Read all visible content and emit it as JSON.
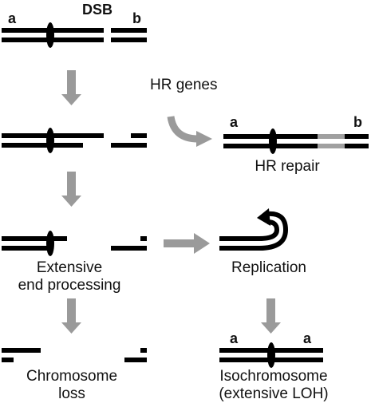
{
  "labels": {
    "dsb": "DSB",
    "a": "a",
    "b": "b",
    "hr_genes": "HR genes",
    "hr_repair": "HR repair",
    "extensive_end_processing": [
      "Extensive",
      "end processing"
    ],
    "replication": "Replication",
    "chromosome_loss": [
      "Chromosome",
      "loss"
    ],
    "isochromosome": [
      "Isochromosome",
      "(extensive LOH)"
    ]
  },
  "colors": {
    "strand": "#000000",
    "repair_patch": "#a0a0a0",
    "arrow": "#9a9a9a",
    "background": "#ffffff"
  }
}
